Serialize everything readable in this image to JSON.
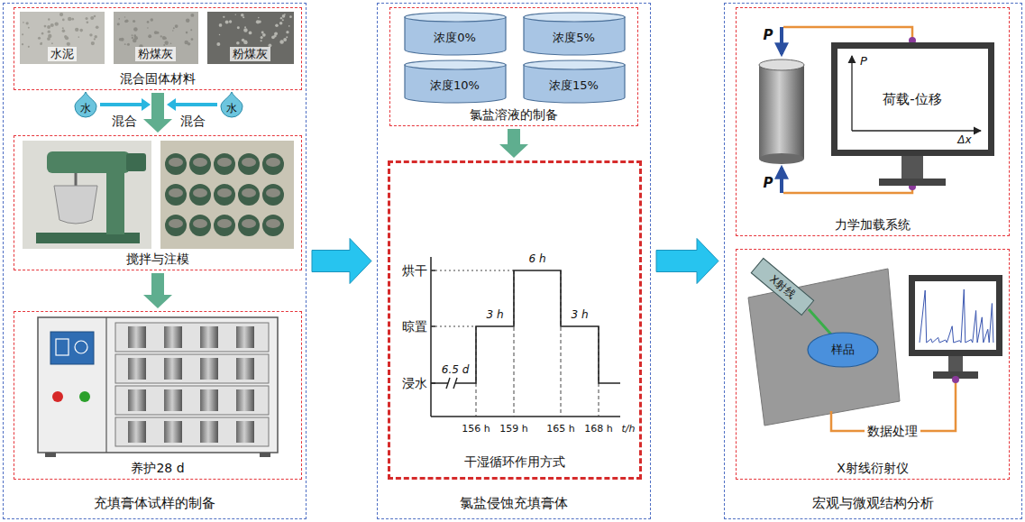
{
  "diagram": {
    "nodes": [
      {
        "text": [
          "充填膏体试样的制备"
        ]
      },
      {
        "text": [
          "混合固体材料"
        ],
        "in": 0
      },
      {
        "text": [
          "水泥"
        ],
        "in": 1
      },
      {
        "text": [
          "粉煤灰"
        ],
        "in": 1
      },
      {
        "text": [
          "粉煤灰"
        ],
        "in": 1
      },
      {
        "text": [
          "水"
        ],
        "in": 0
      },
      {
        "text": [
          "水"
        ],
        "in": 0
      },
      {
        "text": [
          "搅拌与注模"
        ],
        "in": 0
      },
      {
        "text": [
          "养护28 d"
        ],
        "in": 0
      },
      {
        "text": [
          "氯盐侵蚀充填膏体"
        ]
      },
      {
        "text": [
          "氯盐溶液的制备"
        ],
        "in": 9
      },
      {
        "text": [
          "浓度0%"
        ],
        "in": 10
      },
      {
        "text": [
          "浓度5%"
        ],
        "in": 10
      },
      {
        "text": [
          "浓度10%"
        ],
        "in": 10
      },
      {
        "text": [
          "浓度15%"
        ],
        "in": 10
      },
      {
        "text": [
          "干湿循环作用方式"
        ],
        "in": 9
      },
      {
        "text": [
          "宏观与微观结构分析"
        ]
      },
      {
        "text": [
          "力学加载系统"
        ],
        "in": 16
      },
      {
        "text": [
          "荷载-位移"
        ],
        "in": 17
      },
      {
        "text": [
          "X射线衍射仪"
        ],
        "in": 16
      },
      {
        "text": [
          "X射线"
        ],
        "in": 19
      },
      {
        "text": [
          "样品"
        ],
        "in": 19
      }
    ],
    "edges": [
      {
        "from": 0,
        "to": 9,
        "arrow": "to"
      },
      {
        "from": 9,
        "to": 16,
        "arrow": "to"
      },
      {
        "from": 1,
        "to": 7,
        "arrow": "to"
      },
      {
        "from": 7,
        "to": 8,
        "arrow": "to"
      },
      {
        "from": 10,
        "to": 15,
        "arrow": "to"
      }
    ],
    "labels": [
      "混合",
      "混合",
      "6.5 d",
      "3 h",
      "6 h",
      "3 h",
      "烘干",
      "晾置",
      "浸水",
      "156 h",
      "159 h",
      "165 h",
      "168 h",
      "t/h",
      "P",
      "P",
      "P",
      "Δx",
      "数据处理"
    ]
  }
}
